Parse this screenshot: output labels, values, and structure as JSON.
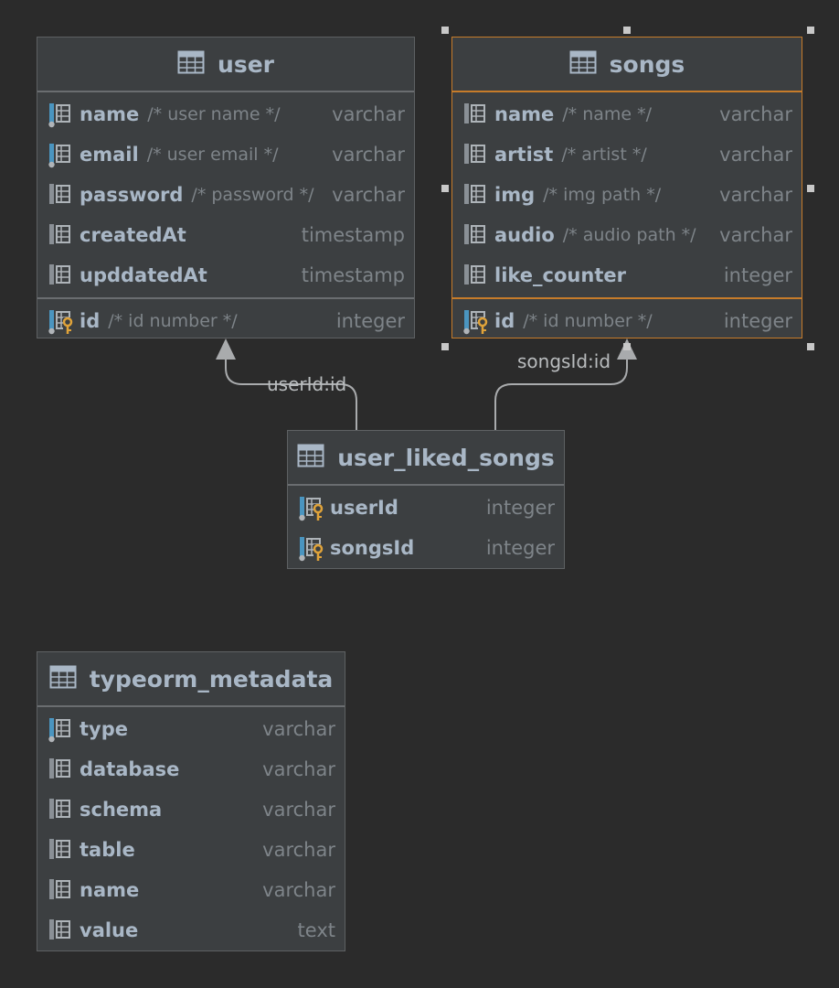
{
  "tables": {
    "user": {
      "name": "user",
      "columns": [
        {
          "name": "name",
          "comment": "/* user name */",
          "type": "varchar"
        },
        {
          "name": "email",
          "comment": "/* user email */",
          "type": "varchar"
        },
        {
          "name": "password",
          "comment": "/* password */",
          "type": "varchar"
        },
        {
          "name": "createdAt",
          "comment": "",
          "type": "timestamp"
        },
        {
          "name": "upddatedAt",
          "comment": "",
          "type": "timestamp"
        }
      ],
      "pk": {
        "name": "id",
        "comment": "/* id number */",
        "type": "integer"
      }
    },
    "songs": {
      "name": "songs",
      "columns": [
        {
          "name": "name",
          "comment": "/* name */",
          "type": "varchar"
        },
        {
          "name": "artist",
          "comment": "/* artist */",
          "type": "varchar"
        },
        {
          "name": "img",
          "comment": "/* img path */",
          "type": "varchar"
        },
        {
          "name": "audio",
          "comment": "/* audio path */",
          "type": "varchar"
        },
        {
          "name": "like_counter",
          "comment": "",
          "type": "integer"
        }
      ],
      "pk": {
        "name": "id",
        "comment": "/* id number */",
        "type": "integer"
      }
    },
    "user_liked_songs": {
      "name": "user_liked_songs",
      "columns": [
        {
          "name": "userId",
          "comment": "",
          "type": "integer"
        },
        {
          "name": "songsId",
          "comment": "",
          "type": "integer"
        }
      ]
    },
    "typeorm_metadata": {
      "name": "typeorm_metadata",
      "columns": [
        {
          "name": "type",
          "comment": "",
          "type": "varchar"
        },
        {
          "name": "database",
          "comment": "",
          "type": "varchar"
        },
        {
          "name": "schema",
          "comment": "",
          "type": "varchar"
        },
        {
          "name": "table",
          "comment": "",
          "type": "varchar"
        },
        {
          "name": "name",
          "comment": "",
          "type": "varchar"
        },
        {
          "name": "value",
          "comment": "",
          "type": "text"
        }
      ]
    }
  },
  "links": [
    {
      "label": "userId:id"
    },
    {
      "label": "songsId:id"
    }
  ],
  "colors": {
    "background": "#2b2b2b",
    "table_bg": "#3c3f41",
    "selection": "#c77c2a",
    "key": "#e0a33a",
    "column_marker": "#4a95c0"
  }
}
